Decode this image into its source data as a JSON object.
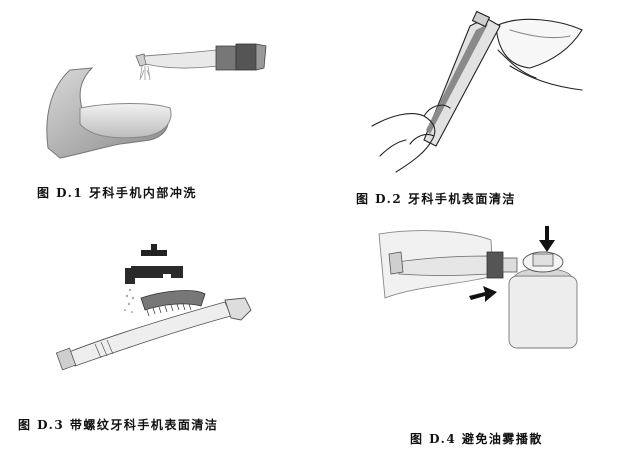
{
  "figures": [
    {
      "id": "D.1",
      "caption": "图 D.1 牙科手机内部冲洗",
      "illustration": "handpiece-internal-flush"
    },
    {
      "id": "D.2",
      "caption": "图 D.2 牙科手机表面清洁",
      "illustration": "handpiece-surface-wipe"
    },
    {
      "id": "D.3",
      "caption": "图 D.3 带螺纹牙科手机表面清洁",
      "illustration": "threaded-handpiece-brush-under-faucet"
    },
    {
      "id": "D.4",
      "caption": "图 D.4 避免油雾播散",
      "illustration": "spray-can-in-bag"
    }
  ]
}
